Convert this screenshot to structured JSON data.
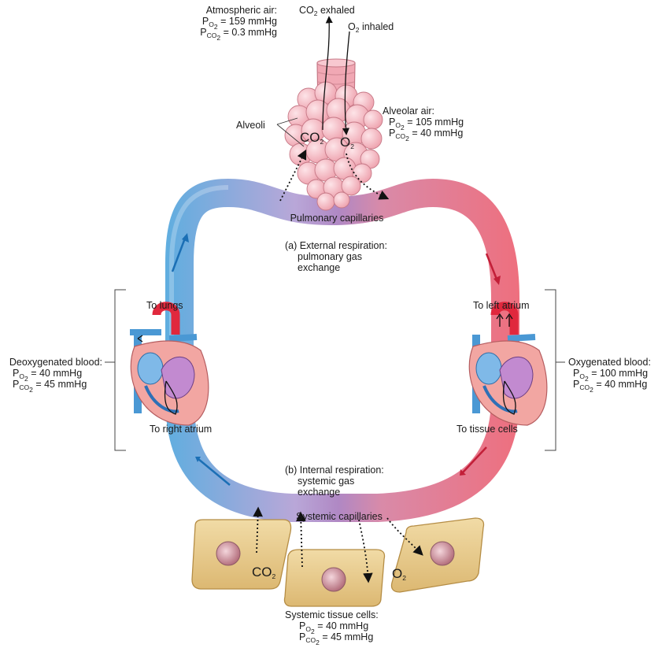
{
  "atmospheric": {
    "title": "Atmospheric air:",
    "po2": "= 159 mmHg",
    "pco2": "= 0.3 mmHg"
  },
  "exhaled": {
    "prefix": "CO",
    "sub": "2",
    "suffix": " exhaled"
  },
  "inhaled": {
    "prefix": "O",
    "sub": "2",
    "suffix": " inhaled"
  },
  "alveoli_label": "Alveoli",
  "alveolar": {
    "title": "Alveolar air:",
    "po2": "= 105 mmHg",
    "pco2": "= 40 mmHg"
  },
  "alveoli_gas": {
    "co2": "CO",
    "co2_sub": "2",
    "o2": "O",
    "o2_sub": "2"
  },
  "pulmonary_capillaries": "Pulmonary capillaries",
  "external": {
    "line1": "(a) External respiration:",
    "line2": "pulmonary gas",
    "line3": "exchange"
  },
  "to_lungs": "To lungs",
  "to_left_atrium": "To left atrium",
  "to_right_atrium": "To right atrium",
  "to_tissue_cells": "To tissue cells",
  "deoxygenated": {
    "title": "Deoxygenated blood:",
    "po2": "= 40 mmHg",
    "pco2": "= 45 mmHg"
  },
  "oxygenated": {
    "title": "Oxygenated blood:",
    "po2": "= 100 mmHg",
    "pco2": "= 40 mmHg"
  },
  "internal": {
    "line1": "(b) Internal respiration:",
    "line2": "systemic gas",
    "line3": "exchange"
  },
  "systemic_capillaries": "Systemic capillaries",
  "tissue_gas": {
    "co2": "CO",
    "co2_sub": "2",
    "o2": "O",
    "o2_sub": "2"
  },
  "systemic_tissue": {
    "title": "Systemic tissue cells:",
    "po2": "= 40 mmHg",
    "pco2": "= 45 mmHg"
  },
  "symbols": {
    "p": "P",
    "o2": "O",
    "co2": "CO",
    "two": "2"
  },
  "colors": {
    "deoxygenated": "#5aaee0",
    "oxygenated": "#ee6f7e",
    "exchange": "#b088c4",
    "tissue": "#e8cc8c",
    "alveoli": "#f6b8c2"
  }
}
